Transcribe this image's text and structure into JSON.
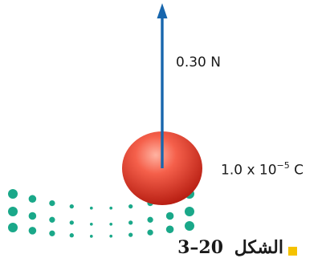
{
  "force_label": "0.30 N",
  "charge": {
    "mantissa": "1.0 x 10",
    "exponent": "−5",
    "unit": " C"
  },
  "caption": {
    "word": "الشكل",
    "number": "3–20"
  },
  "colors": {
    "arrow": "#1766ad",
    "sphere_highlight": "#ff9b86",
    "sphere_mid": "#f04a37",
    "sphere_shadow": "#b3190e",
    "logo_teal": "#1aa889",
    "caption_marker": "#f5c200"
  },
  "icons": [
    "force-arrow",
    "charged-sphere",
    "publisher-logo"
  ]
}
